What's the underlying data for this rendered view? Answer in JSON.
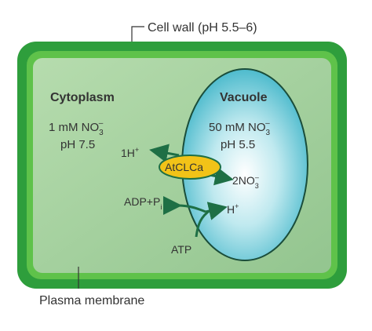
{
  "labels": {
    "cell_wall": "Cell wall (pH 5.5–6)",
    "plasma_membrane": "Plasma membrane",
    "cytoplasm": "Cytoplasm",
    "vacuole": "Vacuole",
    "transporter": "AtCLCa"
  },
  "cytoplasm": {
    "conc_value": "1 mM NO",
    "conc_sub": "3",
    "conc_sup": "–",
    "ph": "pH 7.5"
  },
  "vacuole": {
    "conc_value": "50 mM NO",
    "conc_sub": "3",
    "conc_sup": "–",
    "ph": "pH 5.5"
  },
  "flows": {
    "proton_out_prefix": "1H",
    "proton_out_sup": "+",
    "nitrate_in_prefix": "2NO",
    "nitrate_in_sub": "3",
    "nitrate_in_sup": "–",
    "adp_prefix": "ADP+P",
    "adp_sub": "i",
    "proton_in_prefix": "H",
    "proton_in_sup": "+",
    "atp": "ATP"
  },
  "colors": {
    "cell_wall": "#2e9e3c",
    "membrane": "#5fc24a",
    "cytoplasm": "#a9d1a0",
    "vacuole_edge": "#1a4d3a",
    "vacuole_fill": "#7fd0de",
    "transporter": "#f2c318",
    "arrow": "#1e6f45",
    "leader": "#333333"
  }
}
